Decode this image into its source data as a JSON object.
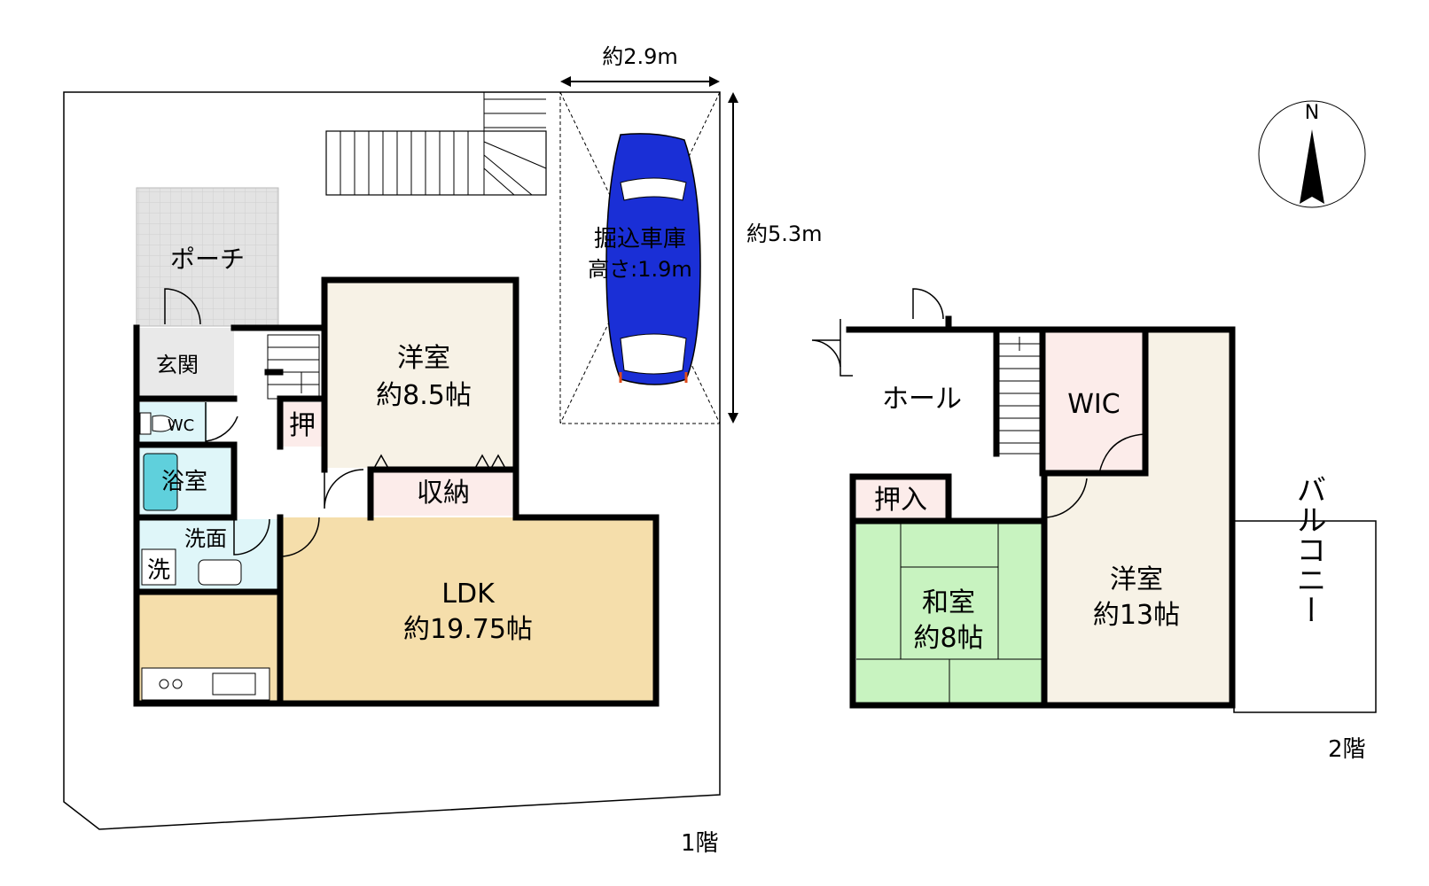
{
  "floor1": {
    "label": "1階",
    "garage_width": "約2.9m",
    "garage_depth": "約5.3m",
    "garage_name": "掘込車庫",
    "garage_height": "高さ:1.9m",
    "porch": "ポーチ",
    "entrance": "玄関",
    "wc": "WC",
    "bath": "浴室",
    "washroom": "洗面",
    "washer": "洗",
    "closet": "押",
    "western_room": {
      "name": "洋室",
      "size": "約8.5帖"
    },
    "storage": "収納",
    "ldk": {
      "name": "LDK",
      "size": "約19.75帖"
    }
  },
  "floor2": {
    "label": "2階",
    "hall": "ホール",
    "wic": "WIC",
    "closet": "押入",
    "japanese_room": {
      "name": "和室",
      "size": "約8帖"
    },
    "western_room": {
      "name": "洋室",
      "size": "約13帖"
    },
    "balcony": "バルコニー"
  },
  "compass": {
    "north": "N"
  },
  "colors": {
    "porch": "#e3e3e3",
    "western": "#f7f2e6",
    "storage": "#fcecea",
    "ldk": "#f5deab",
    "wet": "#dff6f9",
    "bathtub": "#5fd0dc",
    "japanese": "#c8f3c0",
    "car": "#1a2fd6"
  }
}
